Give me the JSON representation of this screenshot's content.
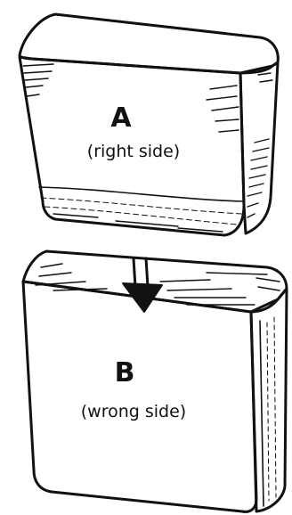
{
  "box_a": {
    "letter": "A",
    "caption": "(right side)"
  },
  "box_b": {
    "letter": "B",
    "caption": "(wrong side)"
  },
  "arrow_direction": "down",
  "colors": {
    "ink": "#111111",
    "paper": "#ffffff"
  }
}
